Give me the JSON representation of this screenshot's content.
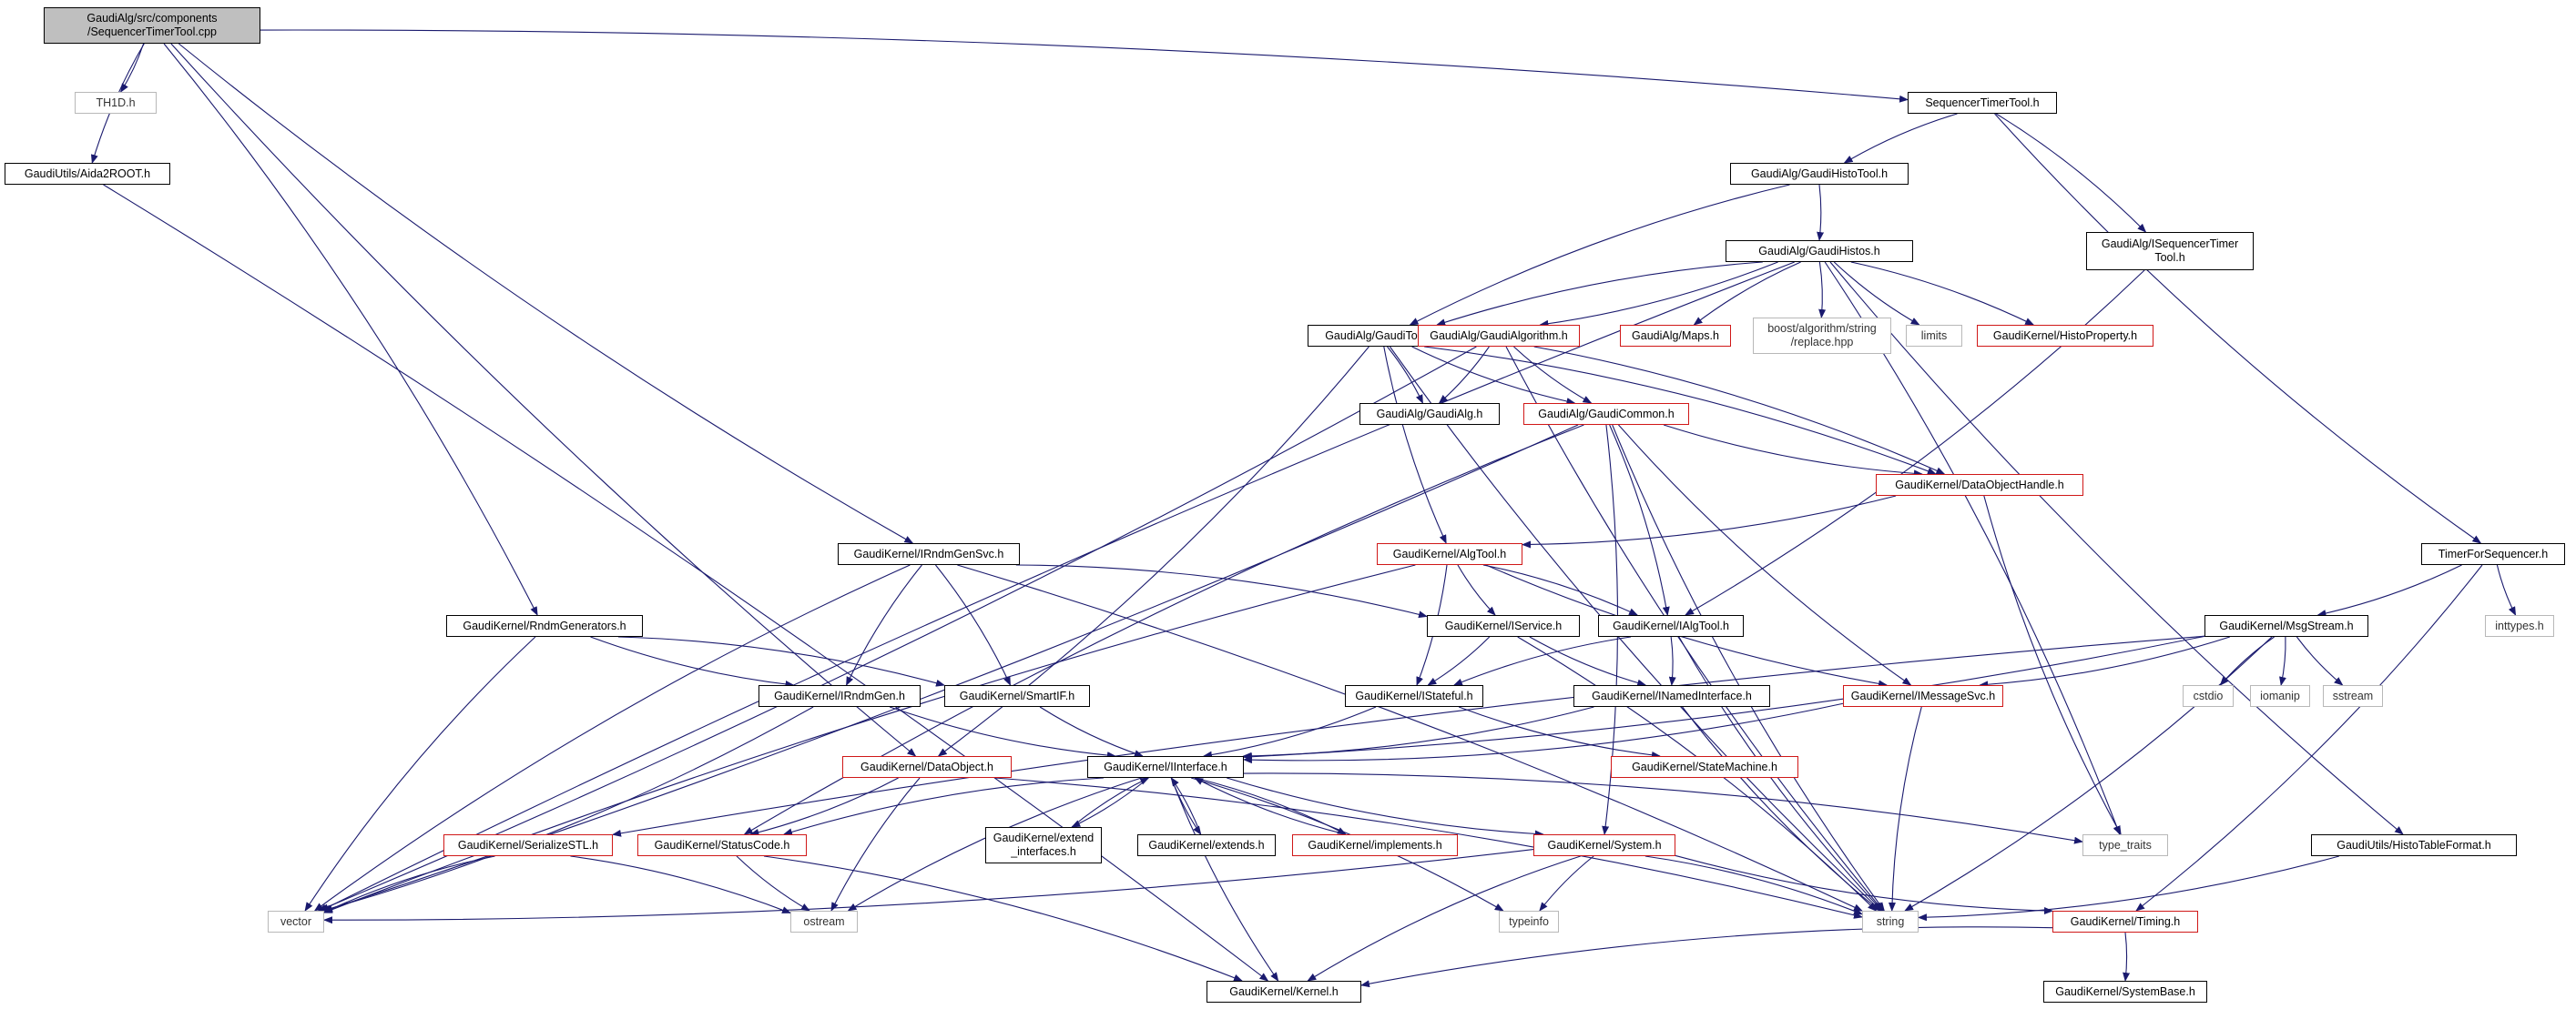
{
  "graph": {
    "nodes": [
      {
        "id": "root",
        "label": "GaudiAlg/src/components\n/SequencerTimerTool.cpp",
        "style": "root"
      },
      {
        "id": "th1d",
        "label": "TH1D.h",
        "style": "gray"
      },
      {
        "id": "aida",
        "label": "GaudiUtils/Aida2ROOT.h",
        "style": "black"
      },
      {
        "id": "seqtt",
        "label": "SequencerTimerTool.h",
        "style": "black"
      },
      {
        "id": "histotool",
        "label": "GaudiAlg/GaudiHistoTool.h",
        "style": "black"
      },
      {
        "id": "iseqtt",
        "label": "GaudiAlg/ISequencerTimer\nTool.h",
        "style": "black"
      },
      {
        "id": "histos",
        "label": "GaudiAlg/GaudiHistos.h",
        "style": "black"
      },
      {
        "id": "gauditool",
        "label": "GaudiAlg/GaudiTool.h",
        "style": "black"
      },
      {
        "id": "gaudialgo",
        "label": "GaudiAlg/GaudiAlgorithm.h",
        "style": "red"
      },
      {
        "id": "maps",
        "label": "GaudiAlg/Maps.h",
        "style": "red"
      },
      {
        "id": "boostrep",
        "label": "boost/algorithm/string\n/replace.hpp",
        "style": "gray"
      },
      {
        "id": "limits",
        "label": "limits",
        "style": "gray"
      },
      {
        "id": "histoprop",
        "label": "GaudiKernel/HistoProperty.h",
        "style": "red"
      },
      {
        "id": "gaudialg",
        "label": "GaudiAlg/GaudiAlg.h",
        "style": "black"
      },
      {
        "id": "gaudicommon",
        "label": "GaudiAlg/GaudiCommon.h",
        "style": "red"
      },
      {
        "id": "dohandle",
        "label": "GaudiKernel/DataObjectHandle.h",
        "style": "red"
      },
      {
        "id": "irndmgensvc",
        "label": "GaudiKernel/IRndmGenSvc.h",
        "style": "black"
      },
      {
        "id": "algtool",
        "label": "GaudiKernel/AlgTool.h",
        "style": "red"
      },
      {
        "id": "timerforseq",
        "label": "TimerForSequencer.h",
        "style": "black"
      },
      {
        "id": "rndmgens",
        "label": "GaudiKernel/RndmGenerators.h",
        "style": "black"
      },
      {
        "id": "iservice",
        "label": "GaudiKernel/IService.h",
        "style": "black"
      },
      {
        "id": "ialgtool",
        "label": "GaudiKernel/IAlgTool.h",
        "style": "black"
      },
      {
        "id": "msgstream",
        "label": "GaudiKernel/MsgStream.h",
        "style": "black"
      },
      {
        "id": "inttypes",
        "label": "inttypes.h",
        "style": "gray"
      },
      {
        "id": "irndmgen",
        "label": "GaudiKernel/IRndmGen.h",
        "style": "black"
      },
      {
        "id": "smartif",
        "label": "GaudiKernel/SmartIF.h",
        "style": "black"
      },
      {
        "id": "istateful",
        "label": "GaudiKernel/IStateful.h",
        "style": "black"
      },
      {
        "id": "inamedif",
        "label": "GaudiKernel/INamedInterface.h",
        "style": "black"
      },
      {
        "id": "imsgsvc",
        "label": "GaudiKernel/IMessageSvc.h",
        "style": "red"
      },
      {
        "id": "cstdio",
        "label": "cstdio",
        "style": "gray"
      },
      {
        "id": "iomanip",
        "label": "iomanip",
        "style": "gray"
      },
      {
        "id": "sstream",
        "label": "sstream",
        "style": "gray"
      },
      {
        "id": "dataobject",
        "label": "GaudiKernel/DataObject.h",
        "style": "red"
      },
      {
        "id": "iinterface",
        "label": "GaudiKernel/IInterface.h",
        "style": "black"
      },
      {
        "id": "statemachine",
        "label": "GaudiKernel/StateMachine.h",
        "style": "red"
      },
      {
        "id": "serializestl",
        "label": "GaudiKernel/SerializeSTL.h",
        "style": "red"
      },
      {
        "id": "statuscode",
        "label": "GaudiKernel/StatusCode.h",
        "style": "red"
      },
      {
        "id": "extendif",
        "label": "GaudiKernel/extend\n_interfaces.h",
        "style": "black"
      },
      {
        "id": "extends",
        "label": "GaudiKernel/extends.h",
        "style": "black"
      },
      {
        "id": "implements",
        "label": "GaudiKernel/implements.h",
        "style": "red"
      },
      {
        "id": "system",
        "label": "GaudiKernel/System.h",
        "style": "red"
      },
      {
        "id": "typetraits",
        "label": "type_traits",
        "style": "gray"
      },
      {
        "id": "histotable",
        "label": "GaudiUtils/HistoTableFormat.h",
        "style": "black"
      },
      {
        "id": "vector",
        "label": "vector",
        "style": "gray"
      },
      {
        "id": "ostream",
        "label": "ostream",
        "style": "gray"
      },
      {
        "id": "typeinfo",
        "label": "typeinfo",
        "style": "gray"
      },
      {
        "id": "string",
        "label": "string",
        "style": "gray"
      },
      {
        "id": "timing",
        "label": "GaudiKernel/Timing.h",
        "style": "red"
      },
      {
        "id": "kernel",
        "label": "GaudiKernel/Kernel.h",
        "style": "black"
      },
      {
        "id": "sysbase",
        "label": "GaudiKernel/SystemBase.h",
        "style": "black"
      }
    ],
    "edges": [
      [
        "root",
        "th1d"
      ],
      [
        "root",
        "aida"
      ],
      [
        "root",
        "seqtt"
      ],
      [
        "root",
        "irndmgensvc"
      ],
      [
        "root",
        "rndmgens"
      ],
      [
        "root",
        "dataobject"
      ],
      [
        "aida",
        "kernel"
      ],
      [
        "seqtt",
        "histotool"
      ],
      [
        "seqtt",
        "iseqtt"
      ],
      [
        "seqtt",
        "timerforseq"
      ],
      [
        "histotool",
        "histos"
      ],
      [
        "histotool",
        "gauditool"
      ],
      [
        "iseqtt",
        "ialgtool"
      ],
      [
        "histos",
        "gauditool"
      ],
      [
        "histos",
        "gaudialgo"
      ],
      [
        "histos",
        "maps"
      ],
      [
        "histos",
        "boostrep"
      ],
      [
        "histos",
        "limits"
      ],
      [
        "histos",
        "histoprop"
      ],
      [
        "histos",
        "histotable"
      ],
      [
        "histos",
        "typetraits"
      ],
      [
        "histos",
        "vector"
      ],
      [
        "gauditool",
        "gaudialg"
      ],
      [
        "gauditool",
        "gaudicommon"
      ],
      [
        "gauditool",
        "dohandle"
      ],
      [
        "gauditool",
        "algtool"
      ],
      [
        "gauditool",
        "dataobject"
      ],
      [
        "gauditool",
        "string"
      ],
      [
        "gaudialgo",
        "gaudialg"
      ],
      [
        "gaudialgo",
        "gaudicommon"
      ],
      [
        "gaudialgo",
        "dohandle"
      ],
      [
        "gaudialgo",
        "string"
      ],
      [
        "gaudialgo",
        "vector"
      ],
      [
        "gaudicommon",
        "dohandle"
      ],
      [
        "gaudicommon",
        "ialgtool"
      ],
      [
        "gaudicommon",
        "imsgsvc"
      ],
      [
        "gaudicommon",
        "system"
      ],
      [
        "gaudicommon",
        "statuscode"
      ],
      [
        "gaudicommon",
        "vector"
      ],
      [
        "gaudicommon",
        "string"
      ],
      [
        "dohandle",
        "algtool"
      ],
      [
        "dohandle",
        "typetraits"
      ],
      [
        "irndmgensvc",
        "iservice"
      ],
      [
        "irndmgensvc",
        "irndmgen"
      ],
      [
        "irndmgensvc",
        "smartif"
      ],
      [
        "irndmgensvc",
        "vector"
      ],
      [
        "irndmgensvc",
        "string"
      ],
      [
        "algtool",
        "iservice"
      ],
      [
        "algtool",
        "ialgtool"
      ],
      [
        "algtool",
        "imsgsvc"
      ],
      [
        "algtool",
        "istateful"
      ],
      [
        "algtool",
        "vector"
      ],
      [
        "timerforseq",
        "msgstream"
      ],
      [
        "timerforseq",
        "inttypes"
      ],
      [
        "timerforseq",
        "timing"
      ],
      [
        "rndmgens",
        "irndmgen"
      ],
      [
        "rndmgens",
        "smartif"
      ],
      [
        "rndmgens",
        "vector"
      ],
      [
        "iservice",
        "istateful"
      ],
      [
        "iservice",
        "inamedif"
      ],
      [
        "iservice",
        "string"
      ],
      [
        "ialgtool",
        "istateful"
      ],
      [
        "ialgtool",
        "inamedif"
      ],
      [
        "ialgtool",
        "string"
      ],
      [
        "msgstream",
        "imsgsvc"
      ],
      [
        "msgstream",
        "cstdio"
      ],
      [
        "msgstream",
        "iomanip"
      ],
      [
        "msgstream",
        "sstream"
      ],
      [
        "msgstream",
        "string"
      ],
      [
        "msgstream",
        "serializestl"
      ],
      [
        "msgstream",
        "iinterface"
      ],
      [
        "irndmgen",
        "iinterface"
      ],
      [
        "irndmgen",
        "vector"
      ],
      [
        "smartif",
        "iinterface"
      ],
      [
        "istateful",
        "iinterface"
      ],
      [
        "istateful",
        "statemachine"
      ],
      [
        "inamedif",
        "iinterface"
      ],
      [
        "inamedif",
        "string"
      ],
      [
        "imsgsvc",
        "iinterface"
      ],
      [
        "imsgsvc",
        "string"
      ],
      [
        "dataobject",
        "statuscode"
      ],
      [
        "dataobject",
        "ostream"
      ],
      [
        "dataobject",
        "string"
      ],
      [
        "iinterface",
        "statuscode"
      ],
      [
        "iinterface",
        "extendif"
      ],
      [
        "iinterface",
        "extends"
      ],
      [
        "iinterface",
        "implements"
      ],
      [
        "iinterface",
        "system"
      ],
      [
        "iinterface",
        "typetraits"
      ],
      [
        "iinterface",
        "ostream"
      ],
      [
        "iinterface",
        "typeinfo"
      ],
      [
        "iinterface",
        "kernel"
      ],
      [
        "extendif",
        "iinterface"
      ],
      [
        "extends",
        "iinterface"
      ],
      [
        "implements",
        "iinterface"
      ],
      [
        "serializestl",
        "vector"
      ],
      [
        "serializestl",
        "ostream"
      ],
      [
        "statuscode",
        "ostream"
      ],
      [
        "statuscode",
        "kernel"
      ],
      [
        "system",
        "kernel"
      ],
      [
        "system",
        "string"
      ],
      [
        "system",
        "typeinfo"
      ],
      [
        "system",
        "vector"
      ],
      [
        "system",
        "timing"
      ],
      [
        "histotable",
        "string"
      ],
      [
        "timing",
        "kernel"
      ],
      [
        "timing",
        "sysbase"
      ]
    ]
  }
}
